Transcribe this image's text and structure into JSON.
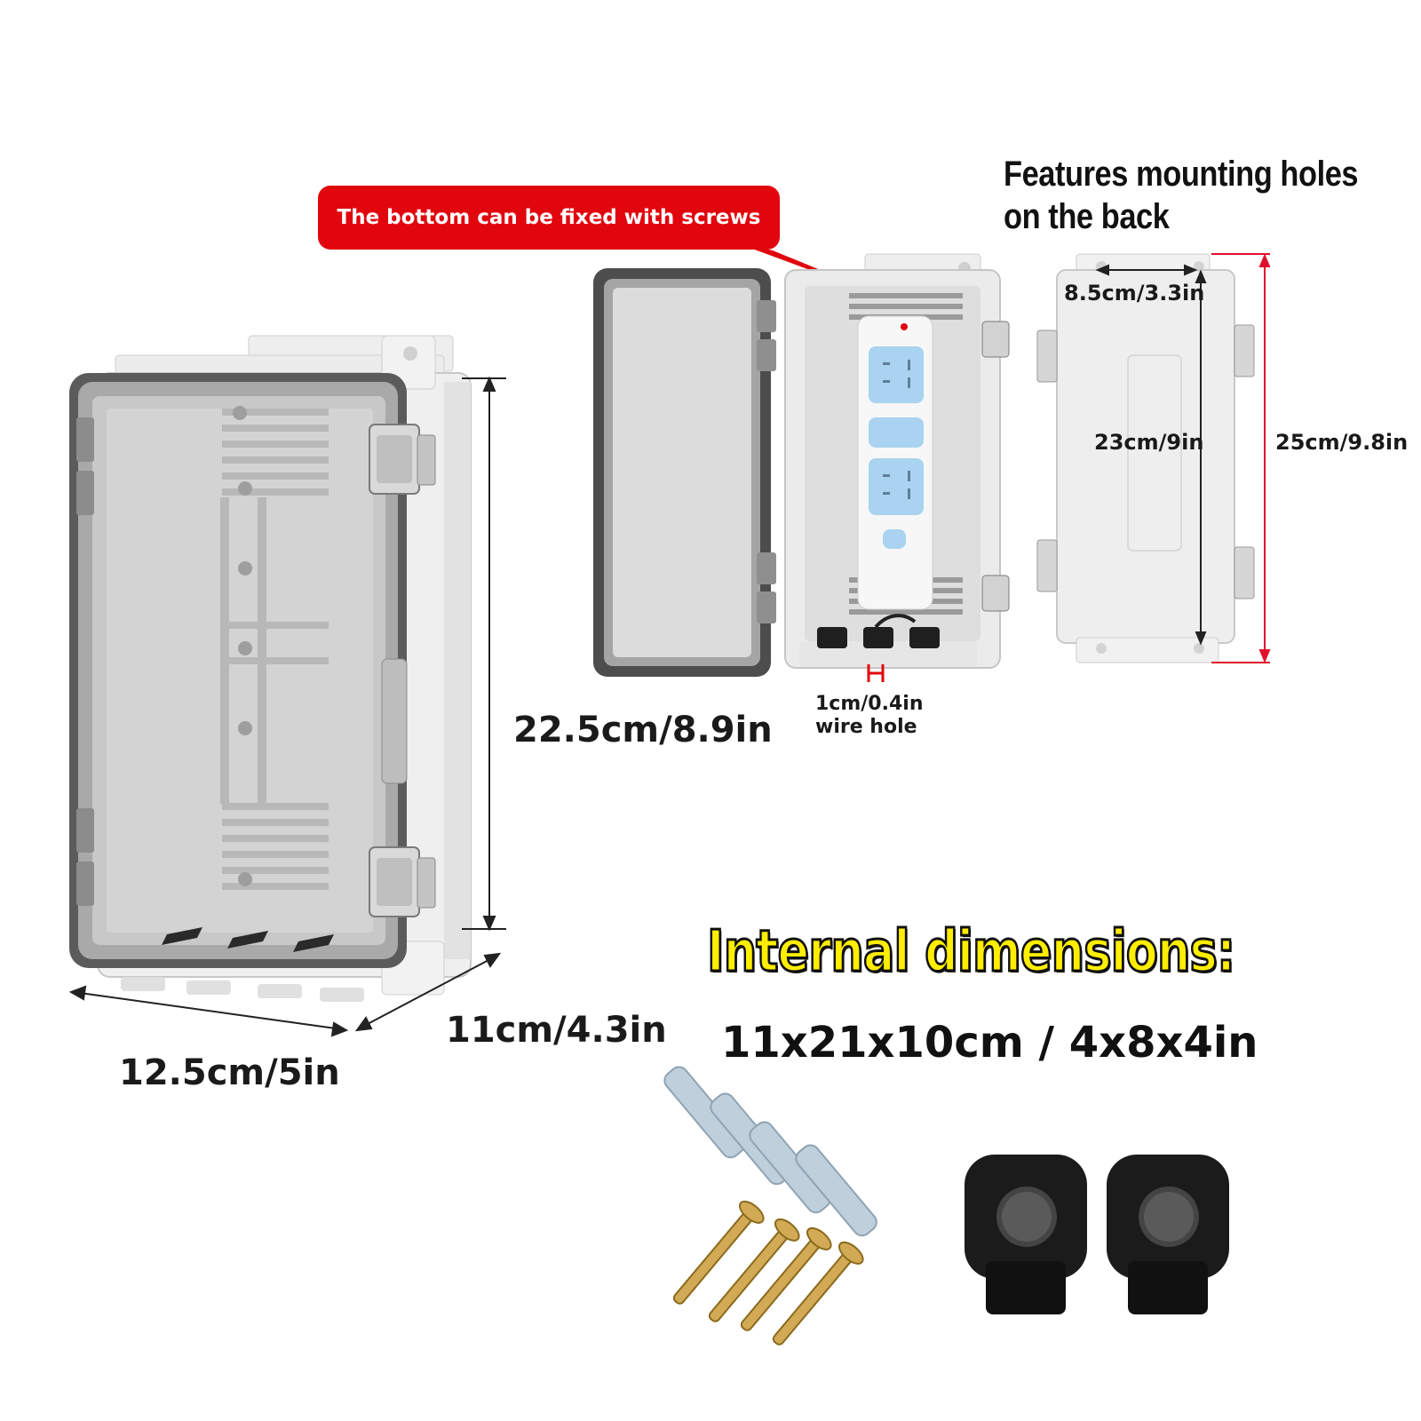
{
  "callout": {
    "text": "The bottom can be fixed with screws"
  },
  "back_panel": {
    "heading_line1": "Features mounting holes",
    "heading_line2": "on the back"
  },
  "dimensions": {
    "height_external": "22.5cm/8.9in",
    "width_external": "12.5cm/5in",
    "depth_external": "11cm/4.3in",
    "hole_spacing": "8.5cm/3.3in",
    "hole_distance": "23cm/9in",
    "back_height": "25cm/9.8in",
    "wire_hole_size": "1cm/0.4in",
    "wire_hole_label": "wire hole"
  },
  "internal": {
    "title": "Internal dimensions:",
    "value": "11x21x10cm / 4x8x4in"
  },
  "accessories": {
    "anchors_count": 4,
    "screws_count": 4,
    "brackets_count": 2
  },
  "colors": {
    "callout_red": "#e1060d",
    "title_yellow": "#ffee00",
    "dimension_line": "#222222",
    "back_dimension_line": "#e0102a",
    "socket_blue": "#a9d3f0"
  }
}
